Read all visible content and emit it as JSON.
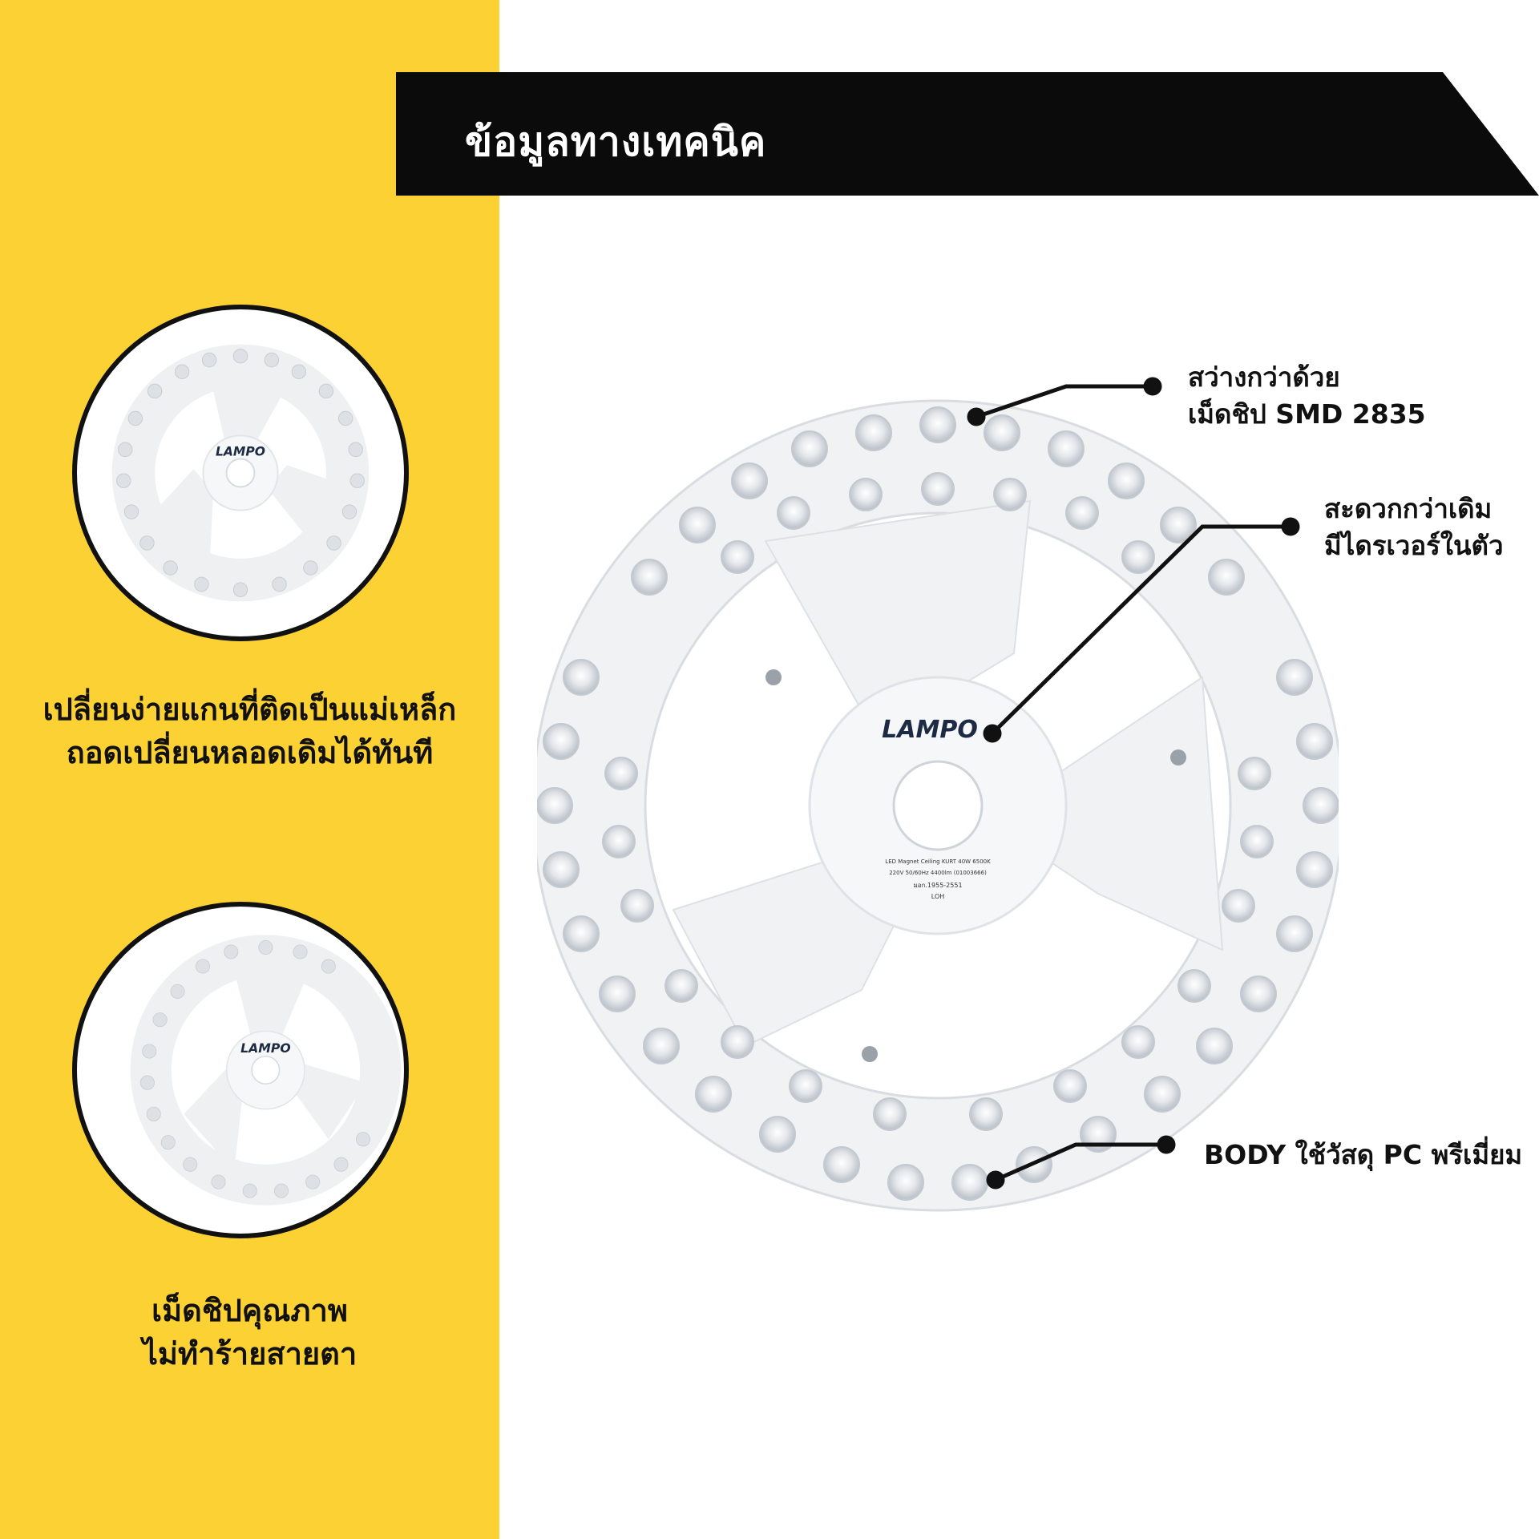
{
  "colors": {
    "accent_yellow": "#fcd133",
    "banner_black": "#0b0b0b",
    "text_dark": "#111111",
    "panel_white": "#f4f5f6"
  },
  "header": {
    "title": "ข้อมูลทางเทคนิค"
  },
  "side_panel": {
    "feature_1": {
      "line1": "เปลี่ยนง่ายแกนที่ติดเป็นแม่เหล็ก",
      "line2": "ถอดเปลี่ยนหลอดเดิมได้ทันที"
    },
    "feature_2": {
      "line1": "เม็ดชิปคุณภาพ",
      "line2": "ไม่ทำร้ายสายตา"
    }
  },
  "product": {
    "brand": "LAMPO",
    "label_line1": "LED Magnet Ceiling KURT 40W 6500K",
    "label_line2": "220V 50/60Hz 4400lm (01003666)",
    "label_line3": "มอก.1955-2551",
    "label_line4": "LOH"
  },
  "callouts": {
    "chip": {
      "line1": "สว่างกว่าด้วย",
      "line2": "เม็ดชิป SMD 2835"
    },
    "driver": {
      "line1": "สะดวกกว่าเดิม",
      "line2": "มีไดรเวอร์ในตัว"
    },
    "body": {
      "line1": "BODY ใช้วัสดุ PC พรีเมี่ยม"
    }
  }
}
